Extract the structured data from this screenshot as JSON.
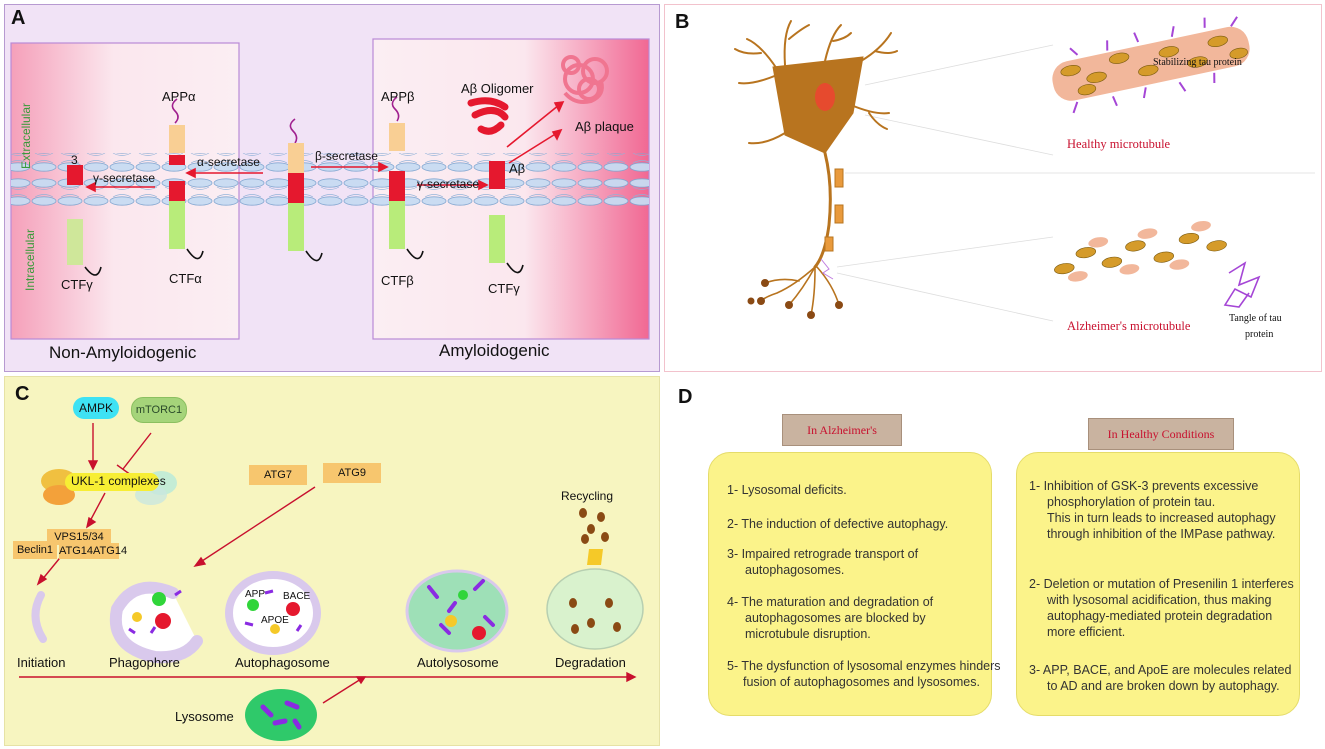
{
  "panel_a": {
    "letter": "A",
    "extracellular": "Extracellular",
    "intracellular": "Intracellular",
    "app_alpha": "APPα",
    "app_beta": "APPβ",
    "ab_oligomer": "Aβ Oligomer",
    "ab_plaque": "Aβ plaque",
    "p3": "3",
    "gamma_secretase_left": "γ-secretase",
    "alpha_secretase": "α-secretase",
    "beta_secretase": "β-secretase",
    "gamma_secretase_right": "γ-secretase",
    "ab": "Aβ",
    "ctf_gamma_left": "CTFγ",
    "ctf_alpha": "CTFα",
    "ctf_beta": "CTFβ",
    "ctf_gamma_right": "CTFγ",
    "non_amyloidogenic": "Non-Amyloidogenic",
    "amyloidogenic": "Amyloidogenic"
  },
  "panel_b": {
    "letter": "B",
    "stabilizing": "Stabilizing tau protein",
    "healthy": "Healthy microtubule",
    "alzheimers": "Alzheimer's microtubule",
    "tangle_1": "Tangle of tau",
    "tangle_2": "protein"
  },
  "panel_c": {
    "letter": "C",
    "ampk": "AMPK",
    "mtorc1": "mTORC1",
    "ukl1": "UKL-1 complexes",
    "atg7": "ATG7",
    "atg9": "ATG9",
    "vps": "VPS15/34",
    "beclin1": "Beclin1",
    "atg14": "ATG14ATG14",
    "recycling": "Recycling",
    "app": "APP",
    "bace": "BACE",
    "apoe": "APOE",
    "initiation": "Initiation",
    "phagophore": "Phagophore",
    "autophagosome": "Autophagosome",
    "autolysosome": "Autolysosome",
    "degradation": "Degradation",
    "lysosome": "Lysosome"
  },
  "panel_d": {
    "letter": "D",
    "left_title": "In Alzheimer's",
    "right_title": "In Healthy Conditions",
    "left_items": [
      [
        "1- Lysosomal deficits."
      ],
      [
        "2- The induction of defective autophagy."
      ],
      [
        "3- Impaired retrograde transport of",
        "autophagosomes."
      ],
      [
        "4- The maturation and degradation of",
        "autophagosomes are blocked by",
        "microtubule disruption."
      ],
      [
        "5- The dysfunction of lysosomal enzymes hinders",
        "fusion of autophagosomes and lysosomes."
      ]
    ],
    "right_items": [
      [
        "1- Inhibition of GSK-3 prevents excessive",
        "phosphorylation of protein tau.",
        "This in turn leads to increased autophagy",
        "through inhibition of the IMPase pathway."
      ],
      [
        "2- Deletion or mutation of Presenilin 1 interferes",
        "with lysosomal acidification, thus making",
        "autophagy-mediated protein degradation",
        "more efficient."
      ],
      [
        "3- APP, BACE, and ApoE are molecules related",
        "to AD and are broken down by autophagy."
      ]
    ]
  },
  "colors": {
    "panel_a_bg": "#f1e3f6",
    "panel_c_bg": "#f7f5c0",
    "box_yellow": "#fbf38a",
    "title_box": "#c9b3a0",
    "red": "#e5182e",
    "crimson": "#c8102e",
    "green_seg": "#b8ec7a",
    "peach_seg": "#f9cf94",
    "neuron": "#b8741f"
  }
}
